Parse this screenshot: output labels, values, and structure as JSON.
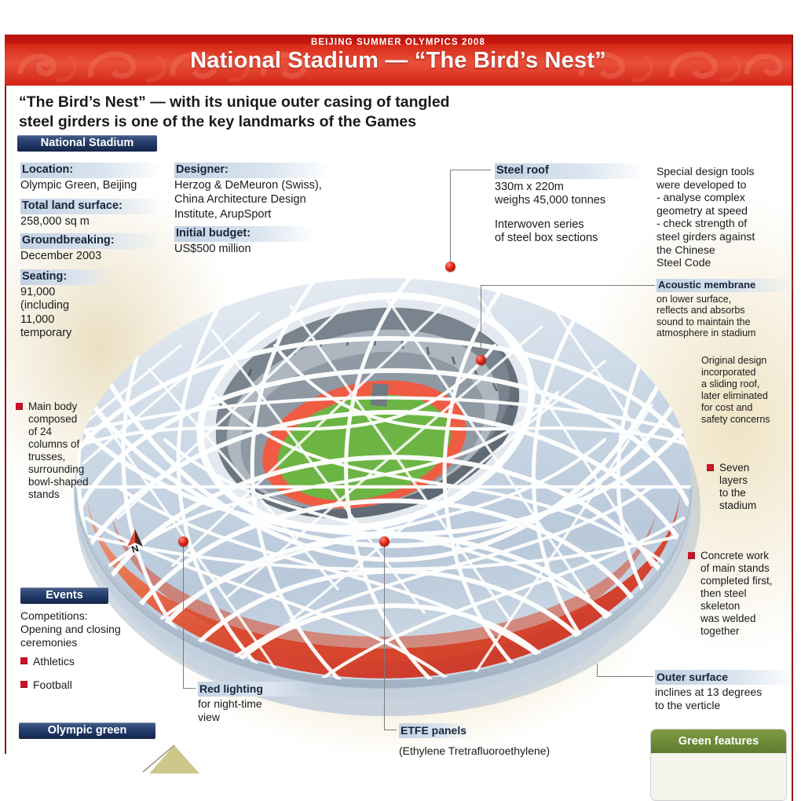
{
  "masthead": {
    "kicker": "BEIJING SUMMER OLYMPICS 2008",
    "title": "National Stadium — “The Bird’s Nest”",
    "band_color": "#d32417",
    "rule_color": "#8c1b15"
  },
  "deck": {
    "line1": "“The Bird’s Nest” — with its unique outer casing of tangled",
    "line2": "steel girders is one of the key landmarks of the Games"
  },
  "panels": {
    "national_stadium": {
      "header": "National Stadium",
      "facts": [
        {
          "label": "Location:",
          "value": "Olympic Green, Beijing"
        },
        {
          "label": "Total land surface:",
          "value": "258,000 sq m"
        },
        {
          "label": "Groundbreaking:",
          "value": "December 2003"
        },
        {
          "label": "Seating:",
          "value": "91,000\n(including\n11,000\ntemporary"
        }
      ]
    },
    "designer": {
      "label": "Designer:",
      "value_line1": "Herzog & DeMeuron (Swiss),",
      "value_line2": "China Architecture Design",
      "value_line3": "Institute, ArupSport"
    },
    "budget": {
      "label": "Initial budget:",
      "value": "US$500 million"
    },
    "events": {
      "header": "Events",
      "intro_line1": "Competitions:",
      "intro_line2": "Opening and closing",
      "intro_line3": "ceremonies",
      "items": [
        "Athletics",
        "Football"
      ]
    },
    "olympic_green": {
      "header": "Olympic green"
    },
    "green_features": {
      "header": "Green features",
      "accent": "#6d8a38"
    }
  },
  "callouts": {
    "steel_roof": {
      "title": "Steel roof",
      "line1": "330m x 220m",
      "line2": "weighs 45,000 tonnes",
      "line3": "Interwoven series",
      "line4": "of steel box sections"
    },
    "special_tools": {
      "l1": "Special design tools",
      "l2": "were developed to",
      "l3": "- analyse complex",
      "l4": "geometry at speed",
      "l5": "- check strength of",
      "l6": "steel girders against",
      "l7": "the Chinese",
      "l8": "Steel Code"
    },
    "acoustic_membrane": {
      "title": "Acoustic membrane",
      "l1": "on lower surface,",
      "l2": "reflects and absorbs",
      "l3": "sound to maintain the",
      "l4": "atmosphere in stadium"
    },
    "original_design": {
      "l1": "Original design",
      "l2": "incorporated",
      "l3": "a sliding roof,",
      "l4": "later eliminated",
      "l5": "for cost and",
      "l6": "safety concerns"
    },
    "main_body": {
      "l1": "Main body",
      "l2": "composed",
      "l3": "of 24",
      "l4": "columns of",
      "l5": "trusses,",
      "l6": "surrounding",
      "l7": "bowl-shaped",
      "l8": "stands"
    },
    "seven_layers": {
      "l1": "Seven",
      "l2": "layers",
      "l3": "to the",
      "l4": "stadium"
    },
    "concrete_work": {
      "l1": "Concrete work",
      "l2": "of main stands",
      "l3": "completed first,",
      "l4": "then steel",
      "l5": "skeleton",
      "l6": "was welded",
      "l7": "together"
    },
    "outer_surface": {
      "title": "Outer surface",
      "l1": "inclines at 13 degrees",
      "l2": "to the verticle"
    },
    "red_lighting": {
      "title": "Red lighting",
      "l1": "for night-time",
      "l2": "view"
    },
    "etfe": {
      "title": "ETFE panels",
      "l1": "(Ethylene Tretrafluoroethylene)"
    }
  },
  "compass": {
    "label": "N"
  }
}
